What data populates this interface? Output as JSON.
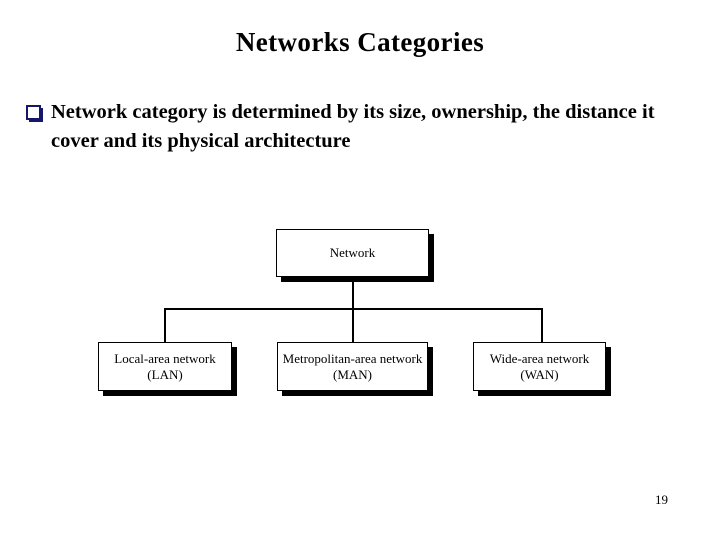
{
  "slide": {
    "title": "Networks Categories",
    "page_number": "19",
    "bullet": {
      "marker": "hollow-square-bullet",
      "marker_color": "#16166b",
      "text": "Network category is determined by its size, ownership, the distance it cover and its physical architecture"
    }
  },
  "diagram": {
    "type": "hierarchy",
    "root": {
      "id": "network",
      "lines": [
        "Network"
      ]
    },
    "children": [
      {
        "id": "lan",
        "lines": [
          "Local-area network",
          "(LAN)"
        ]
      },
      {
        "id": "man",
        "lines": [
          "Metropolitan-area network",
          "(MAN)"
        ]
      },
      {
        "id": "wan",
        "lines": [
          "Wide-area network",
          "(WAN)"
        ]
      }
    ],
    "style": {
      "box_fill": "#ffffff",
      "box_border": "#000000",
      "box_shadow": "#000000",
      "connector_color": "#000000"
    }
  }
}
